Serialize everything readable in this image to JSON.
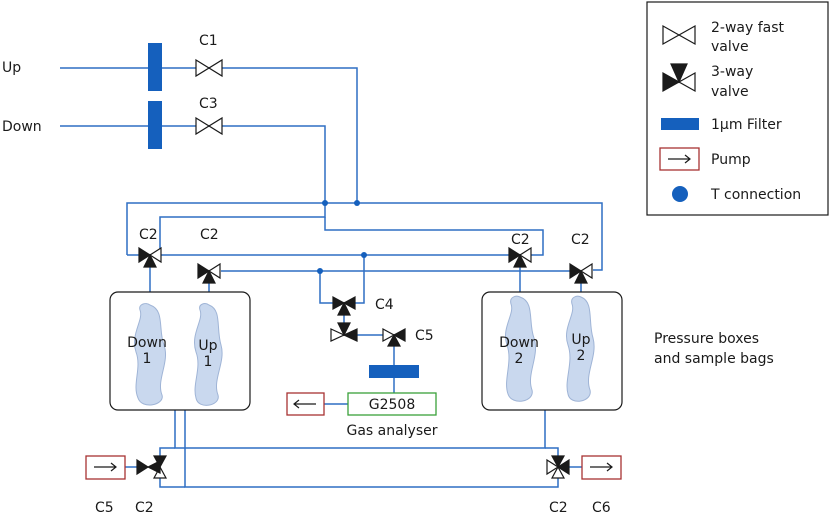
{
  "inlets": {
    "up": "Up",
    "down": "Down"
  },
  "valves": {
    "c1": "C1",
    "c3": "C3",
    "c2_tl": "C2",
    "c2_tm": "C2",
    "c2_tr1": "C2",
    "c2_tr2": "C2",
    "c4": "C4",
    "c5_mid": "C5",
    "c5_bottom": "C5",
    "c2_bl": "C2",
    "c2_br": "C2",
    "c6": "C6"
  },
  "bags": {
    "down1": [
      "Down",
      "1"
    ],
    "up1": [
      "Up",
      "1"
    ],
    "down2": [
      "Down",
      "2"
    ],
    "up2": [
      "Up",
      "2"
    ]
  },
  "analyser": {
    "name": "G2508",
    "caption": "Gas analyser"
  },
  "side_note": [
    "Pressure boxes",
    "and sample bags"
  ],
  "legend": {
    "two_way": [
      "2-way fast",
      "valve"
    ],
    "three_way": [
      "3-way",
      "valve"
    ],
    "filter": "1μm Filter",
    "pump": "Pump",
    "tconn": "T connection"
  },
  "colors": {
    "pipe": "#2f6fc4",
    "filter": "#1560bd",
    "bag": "#c9d8ee",
    "pump_border": "#a83232",
    "analyser_border": "#3aa03a"
  }
}
